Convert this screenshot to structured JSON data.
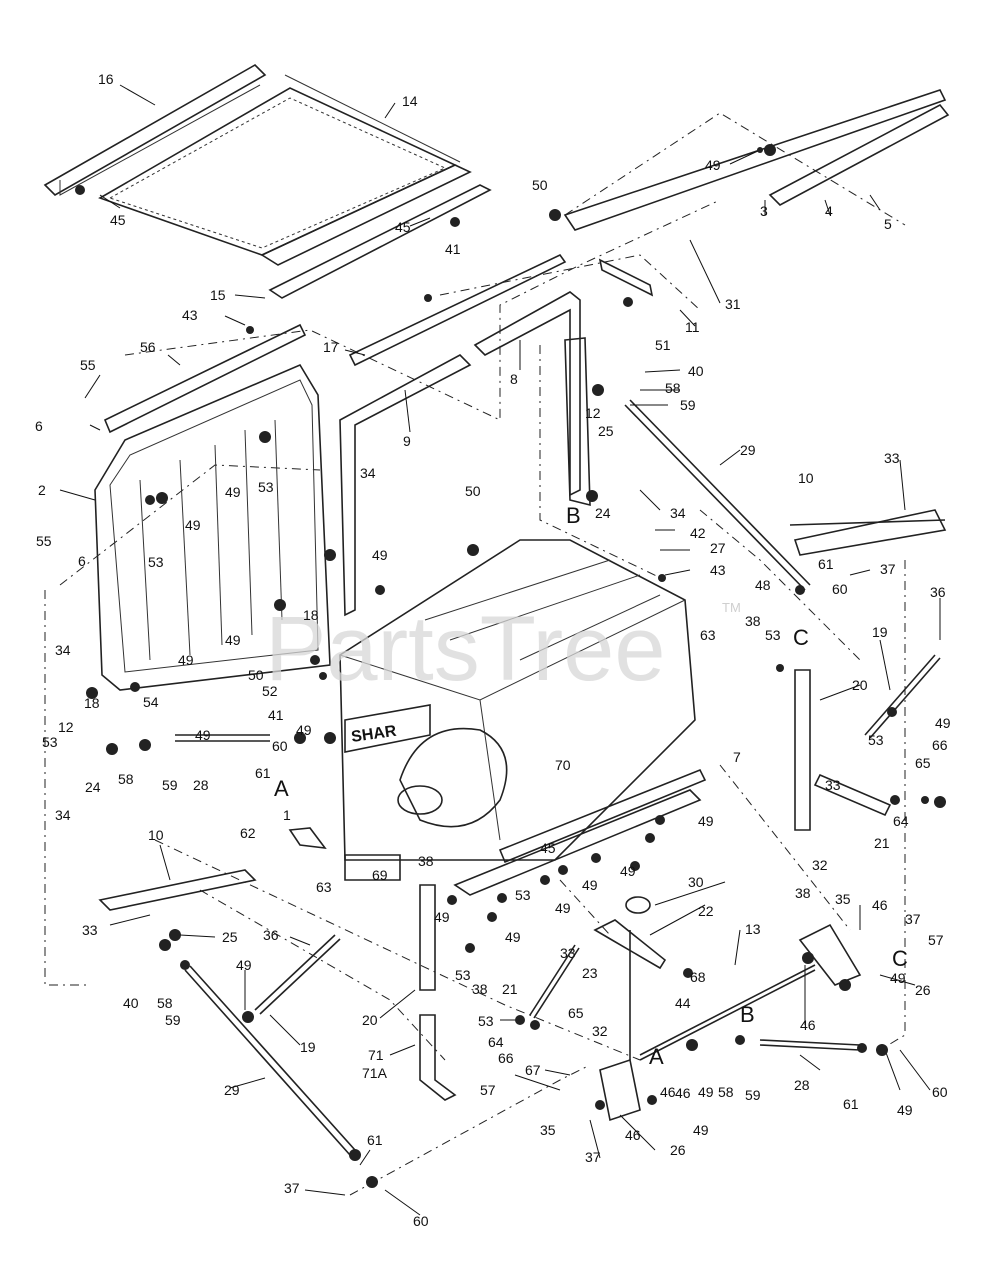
{
  "watermark": "PartsTree",
  "watermark_tm": "TM",
  "fuel_tank_stamp": "SHAR",
  "callouts": {
    "c1": "1",
    "c2": "2",
    "c3": "3",
    "c4": "4",
    "c5": "5",
    "c6": "6",
    "c6b": "6",
    "c7": "7",
    "c8": "8",
    "c9": "9",
    "c10a": "10",
    "c10b": "10",
    "c11": "11",
    "c12a": "12",
    "c12b": "12",
    "c13": "13",
    "c14": "14",
    "c15": "15",
    "c16": "16",
    "c17": "17",
    "c18a": "18",
    "c18b": "18",
    "c19a": "19",
    "c19b": "19",
    "c20a": "20",
    "c20b": "20",
    "c21a": "21",
    "c21b": "21",
    "c22": "22",
    "c23": "23",
    "c24a": "24",
    "c24b": "24",
    "c25a": "25",
    "c25b": "25",
    "c26a": "26",
    "c26b": "26",
    "c27": "27",
    "c28a": "28",
    "c28b": "28",
    "c29a": "29",
    "c29b": "29",
    "c30": "30",
    "c31": "31",
    "c32a": "32",
    "c32b": "32",
    "c33a": "33",
    "c33b": "33",
    "c33c": "33",
    "c33d": "33",
    "c34a": "34",
    "c34b": "34",
    "c34c": "34",
    "c34d": "34",
    "c35a": "35",
    "c35b": "35",
    "c36a": "36",
    "c36b": "36",
    "c37a": "37",
    "c37b": "37",
    "c37c": "37",
    "c37d": "37",
    "c38a": "38",
    "c38b": "38",
    "c38c": "38",
    "c38d": "38",
    "c40a": "40",
    "c40b": "40",
    "c41a": "41",
    "c41b": "41",
    "c42": "42",
    "c43a": "43",
    "c43b": "43",
    "c44": "44",
    "c45a": "45",
    "c45b": "45",
    "c45c": "45",
    "c46a": "46",
    "c46b": "46",
    "c46c": "46",
    "c46d": "46",
    "c48": "48",
    "c49a": "49",
    "c49b": "49",
    "c49c": "49",
    "c49d": "49",
    "c49e": "49",
    "c49f": "49",
    "c49g": "49",
    "c49h": "49",
    "c49i": "49",
    "c49j": "49",
    "c49k": "49",
    "c49l": "49",
    "c49m": "49",
    "c49n": "49",
    "c49o": "49",
    "c49p": "49",
    "c49q": "49",
    "c49r": "49",
    "c49s": "49",
    "c49t": "49",
    "c50a": "50",
    "c50b": "50",
    "c50c": "50",
    "c51": "51",
    "c52": "52",
    "c53a": "53",
    "c53b": "53",
    "c53c": "53",
    "c53d": "53",
    "c53e": "53",
    "c53f": "53",
    "c53g": "53",
    "c54": "54",
    "c55a": "55",
    "c55b": "55",
    "c56": "56",
    "c57a": "57",
    "c57b": "57",
    "c58a": "58",
    "c58b": "58",
    "c58c": "58",
    "c58d": "58",
    "c59a": "59",
    "c59b": "59",
    "c59c": "59",
    "c59d": "59",
    "c60a": "60",
    "c60b": "60",
    "c60c": "60",
    "c60d": "60",
    "c61a": "61",
    "c61b": "61",
    "c61c": "61",
    "c61d": "61",
    "c62": "62",
    "c63a": "63",
    "c63b": "63",
    "c64a": "64",
    "c64b": "64",
    "c65a": "65",
    "c65b": "65",
    "c66a": "66",
    "c66b": "66",
    "c67": "67",
    "c68": "68",
    "c69": "69",
    "c70": "70",
    "c71": "71",
    "c71a": "71A",
    "refA1": "A",
    "refA2": "A",
    "refB1": "B",
    "refB2": "B",
    "refC1": "C",
    "refC2": "C"
  }
}
